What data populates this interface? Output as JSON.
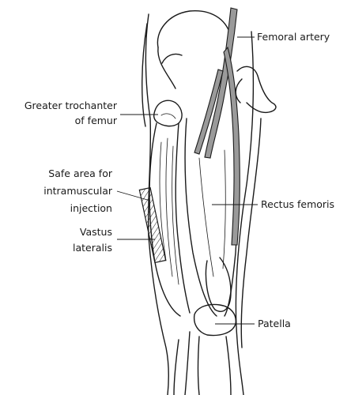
{
  "labels": {
    "femoral_artery": "Femoral artery",
    "greater_trochanter_line1": "Greater trochanter",
    "greater_trochanter_line2": "of femur",
    "safe_area_line1": "Safe area for",
    "safe_area_line2": "intramuscular",
    "safe_area_line3": "injection",
    "vastus_line1": "Vastus",
    "vastus_line2": "lateralis",
    "rectus_femoris": "Rectus femoris",
    "patella": "Patella"
  },
  "colors": {
    "line": "#1a1a1a",
    "artery_fill": "#9a9a9a",
    "background": "#ffffff"
  }
}
